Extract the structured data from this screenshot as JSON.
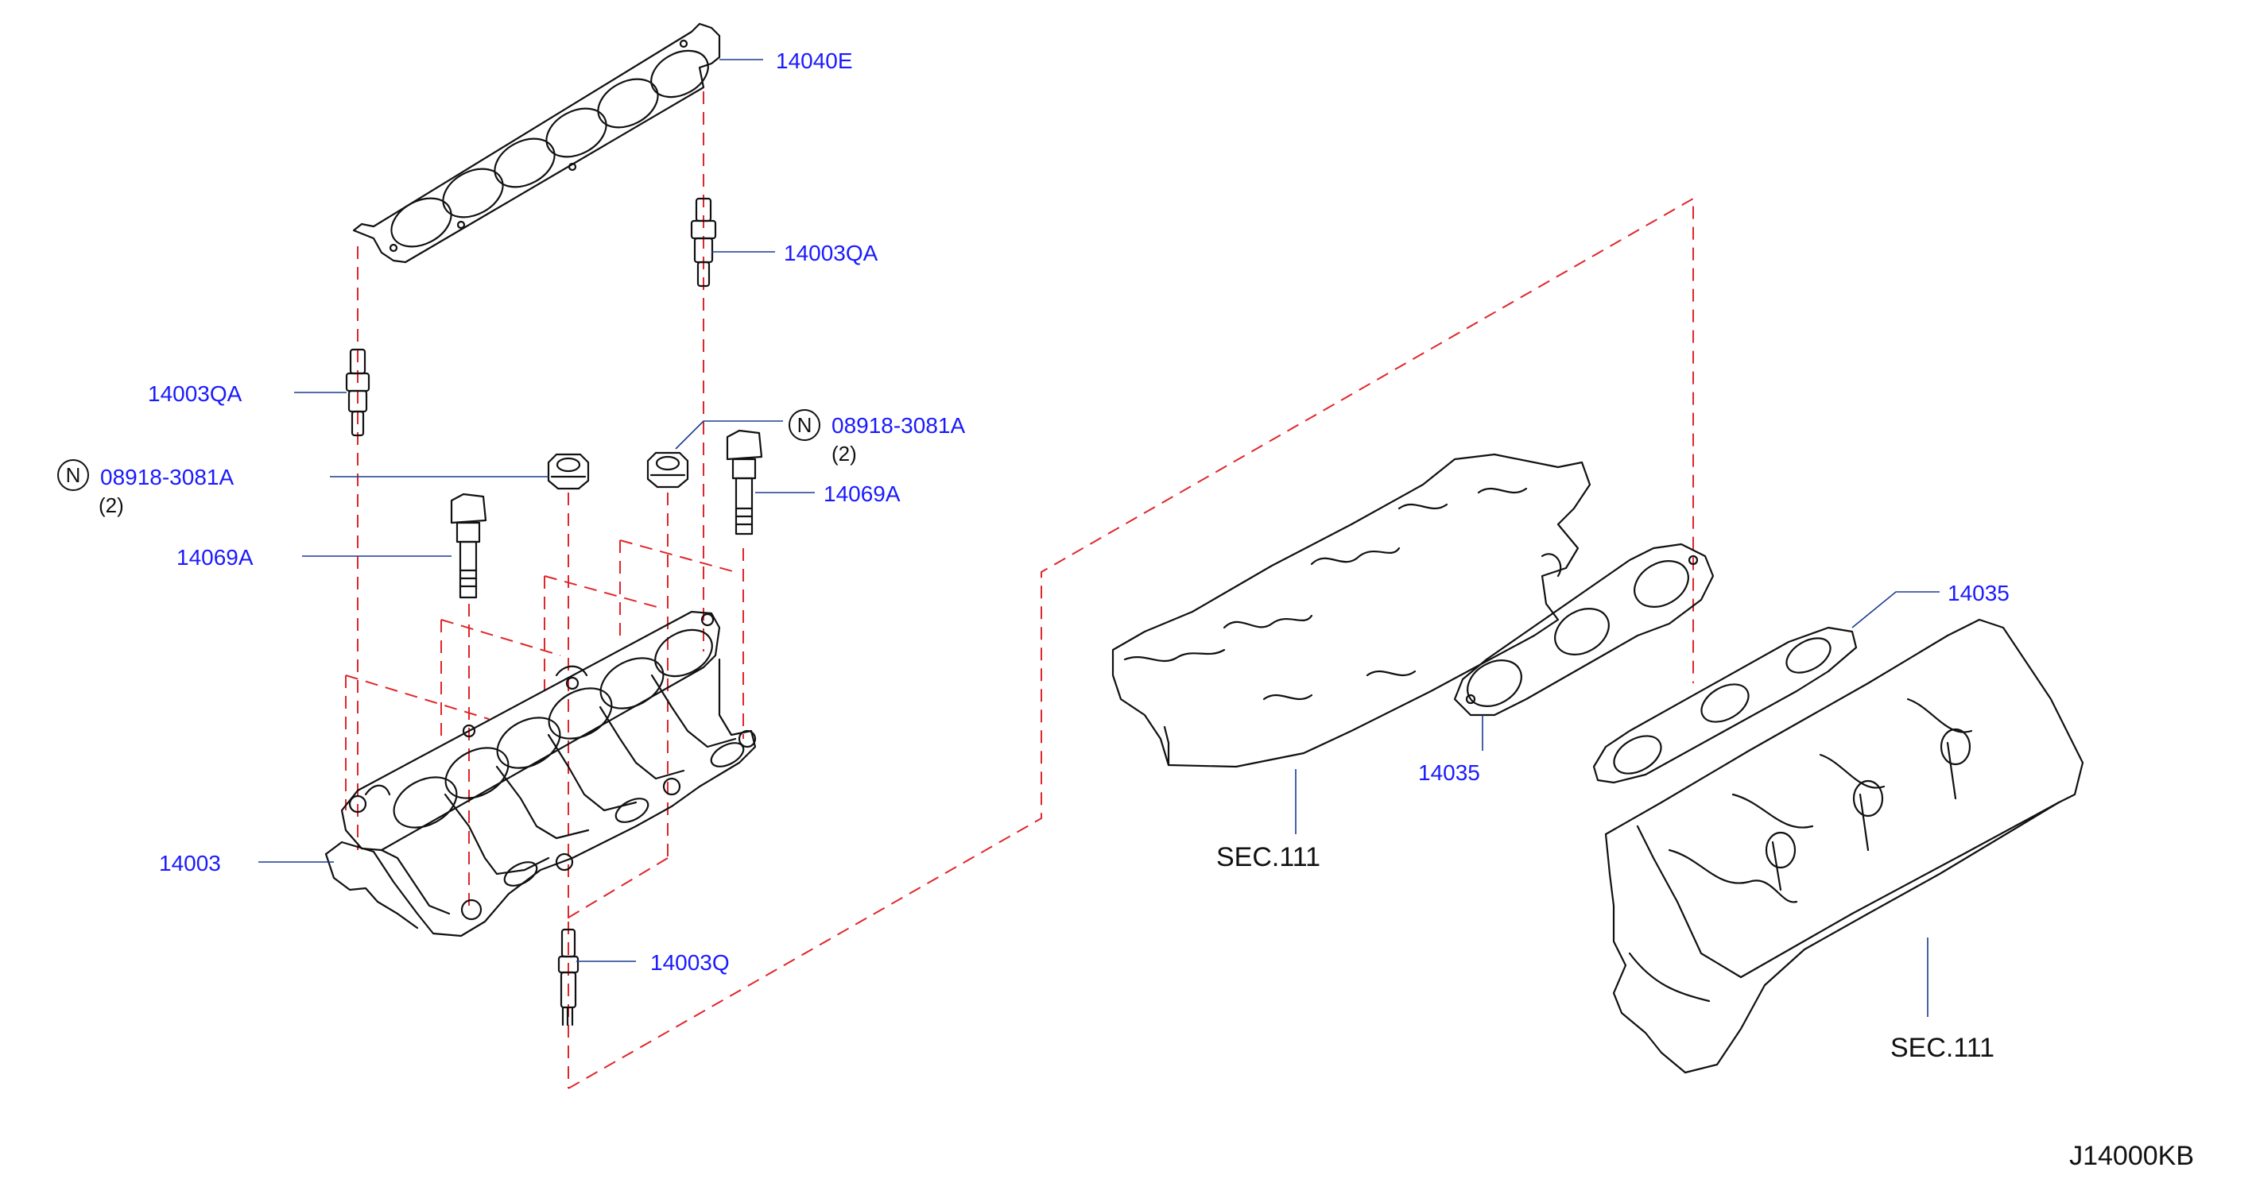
{
  "diagram_code": "J14000KB",
  "callouts": {
    "gasket_top": "14040E",
    "stud_right": "14003QA",
    "stud_left": "14003QA",
    "nut_right": "08918-3081A",
    "nut_right_qty": "(2)",
    "nut_left": "08918-3081A",
    "nut_left_qty": "(2)",
    "bolt_right": "14069A",
    "bolt_left": "14069A",
    "manifold": "14003",
    "stud_bottom": "14003Q",
    "gasket_mid": "14035",
    "gasket_right": "14035",
    "sec_head": "SEC.111",
    "sec_block": "SEC.111"
  },
  "symbols": {
    "nut_badge": "N"
  },
  "colors": {
    "callout": "#1a1aff",
    "dashed_guide": "#e0262b",
    "drawing": "#111111"
  }
}
